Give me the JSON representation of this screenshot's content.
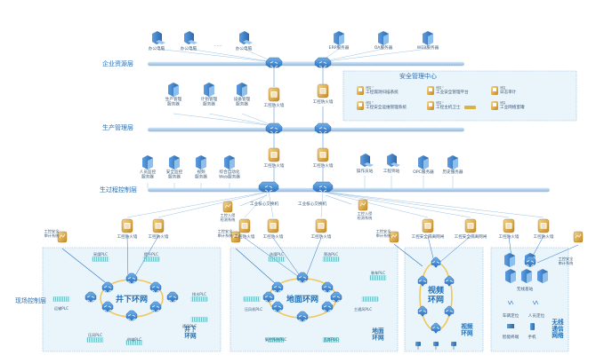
{
  "layers": {
    "enterprise": "企业资源层",
    "production_mgmt": "生产管理层",
    "process_control": "生过程控制层",
    "field_control": "现场控制层"
  },
  "security_center": {
    "title": "安全管理中心",
    "items": [
      {
        "brand": "博智™",
        "name": "工控漏洞扫描系统"
      },
      {
        "brand": "博智™",
        "name": "工业安全管理平台"
      },
      {
        "brand": "博智",
        "name": "日志审计"
      },
      {
        "brand": "博智™",
        "name": "工控安全运维管理系统"
      },
      {
        "brand": "博智™",
        "name": "工控主机卫士"
      },
      {
        "brand": "博智",
        "name": "工业网络蜜罐"
      }
    ]
  },
  "enterprise_devices": [
    "办公电脑",
    "办公电脑",
    "办公电脑",
    "ERP服务器",
    "OA服务器",
    "WEB服务器"
  ],
  "ellipsis": "……",
  "mgmt_servers": [
    "生产管理\n服务器",
    "计划管理\n服务器",
    "设备管理\n服务器"
  ],
  "firewall": "工控防火墙",
  "process_servers": [
    "人员监控\n服务器",
    "安全监控\n服务器",
    "视频\n服务器",
    "综合自动化\nWeb服务器"
  ],
  "process_right_devices": [
    "操作员站",
    "工程师站",
    "OPC服务器",
    "历史服务器"
  ],
  "core_switch": "工业核心交换机",
  "intrusion": "工控入侵\n检测系统",
  "audit": "工控安全\n审计系统",
  "isolation_gateway": "工控安全隔离网闸",
  "zone_a": {
    "ring": "井下环网",
    "corner": "井下\n环网",
    "plcs": [
      "采煤PLC",
      "提升PLC",
      "运输PLC",
      "排水PLC",
      "通风PLC",
      "供电PLC",
      "压风PLC"
    ]
  },
  "zone_b": {
    "ring": "地面环网",
    "corner": "地面\n环网",
    "plcs": [
      "选煤PLC",
      "筛选PLC",
      "压风机PLC",
      "主通风PLC",
      "集控系统PLC",
      "瓦斯PLC",
      "装车PLC"
    ]
  },
  "zone_c": {
    "ring": "视频\n环网",
    "corner": "视频\n环网"
  },
  "zone_d": {
    "corner": "无线\n通信\n网络",
    "items": [
      "无线基站",
      "车辆定位",
      "人员定位",
      "智能终端",
      "手机"
    ]
  }
}
